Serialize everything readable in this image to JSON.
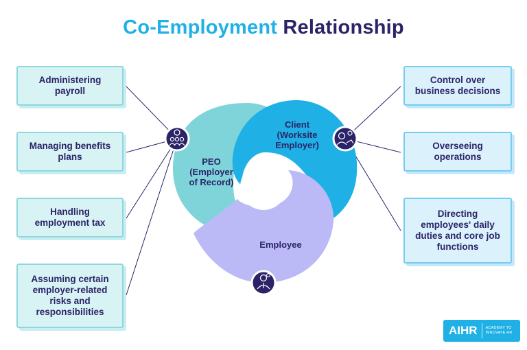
{
  "title": {
    "part1": "Co-Employment",
    "part2": "Relationship"
  },
  "left_boxes": [
    "Administering payroll",
    "Managing benefits plans",
    "Handling employment tax",
    "Assuming certain employer-related risks and responsibilities"
  ],
  "right_boxes": [
    "Control over business decisions",
    "Overseeing operations",
    "Directing employees' daily duties and core job functions"
  ],
  "segments": {
    "peo": "PEO (Employer of Record)",
    "client": "Client (Worksite Employer)",
    "employee": "Employee"
  },
  "icons": {
    "peo": "team-icon",
    "client": "handshake-person-icon",
    "employee": "employee-icon"
  },
  "colors": {
    "peo": "#7fd4da",
    "client": "#1fb1e6",
    "employee": "#bcb9f7",
    "navy": "#2b2367"
  },
  "logo": {
    "mark": "AIHR",
    "tagline_1": "ACADEMY TO",
    "tagline_2": "INNOVATE HR"
  }
}
